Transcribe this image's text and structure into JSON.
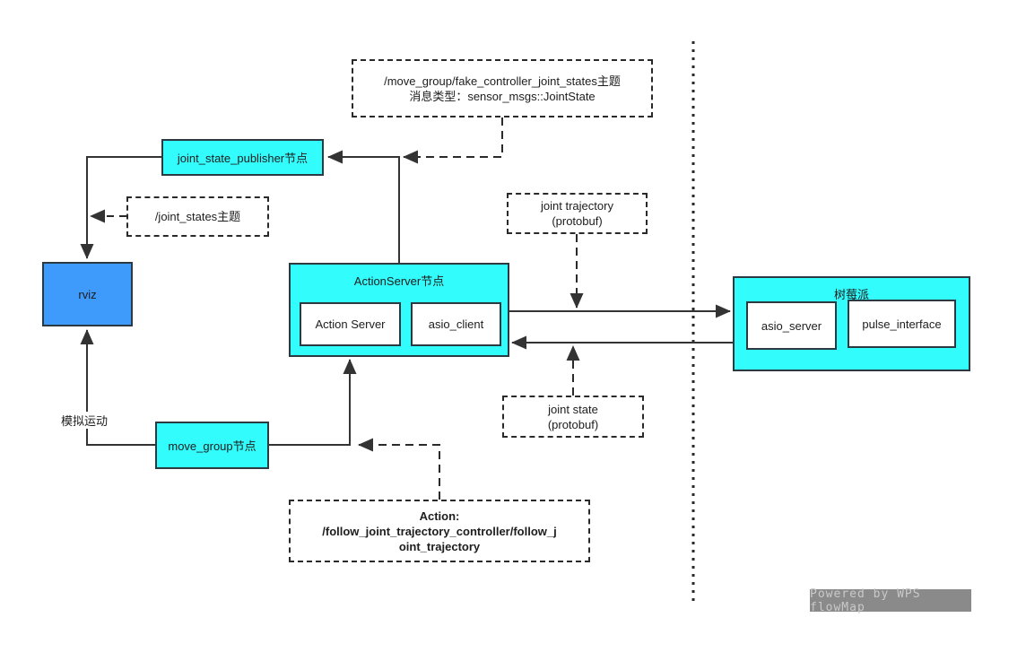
{
  "colors": {
    "cyan": "#33FCFC",
    "blue": "#3E9BFC",
    "line": "#333333",
    "border": "#2B3A40",
    "badge_bg": "#8A8A8A",
    "badge_text": "#C9C9C9"
  },
  "nodes": {
    "fake_controller_topic": {
      "line1": "/move_group/fake_controller_joint_states主题",
      "line2": "消息类型：sensor_msgs::JointState"
    },
    "joint_state_publisher": {
      "label": "joint_state_publisher节点"
    },
    "joint_states_topic": {
      "label": "/joint_states主题"
    },
    "rviz": {
      "label": "rviz"
    },
    "action_server_node": {
      "title": "ActionServer节点",
      "action_server": "Action Server",
      "asio_client": "asio_client"
    },
    "joint_trajectory_msg": {
      "line1": "joint trajectory",
      "line2": "(protobuf)"
    },
    "joint_state_msg": {
      "line1": "joint state",
      "line2": "(protobuf)"
    },
    "raspberry_pi": {
      "title": "树莓派",
      "asio_server": "asio_server",
      "pulse_interface": "pulse_interface"
    },
    "move_group": {
      "label": "move_group节点"
    },
    "action_topic": {
      "line1": "Action:",
      "line2": "/follow_joint_trajectory_controller/follow_j",
      "line3": "oint_trajectory"
    }
  },
  "labels": {
    "sim_motion": "模拟运动"
  },
  "watermark": "Powered by WPS flowMap"
}
